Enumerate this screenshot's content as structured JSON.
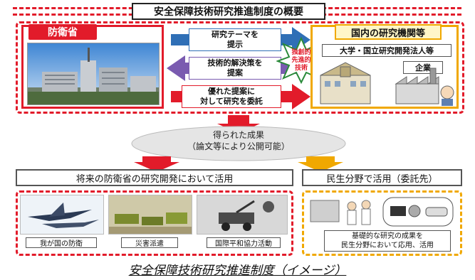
{
  "title": "安全保障技術研究推進制度の概要",
  "ministry": {
    "label": "防衛省"
  },
  "institutions": {
    "label": "国内の研究機関等",
    "univ": "大学・国立研究開発法人等",
    "corp": "企業"
  },
  "arrows": {
    "present_theme_l1": "研究テーマを",
    "present_theme_l2": "提示",
    "propose_solution_l1": "技術的解決策を",
    "propose_solution_l2": "提案",
    "commission_l1": "優れた提案に",
    "commission_l2": "対して研究を委託"
  },
  "star": {
    "l1": "独創的",
    "l2": "先進的",
    "l3": "技術"
  },
  "results": {
    "l1": "得られた成果",
    "l2": "（論文等により公開可能）"
  },
  "defense": {
    "header": "将来の防衛省の研究開発において活用",
    "tiles": [
      "我が国の防衛",
      "災害派遣",
      "国際平和協力活動"
    ]
  },
  "civil": {
    "header": "民生分野で活用（委託先）",
    "caption_l1": "基礎的な研究の成果を",
    "caption_l2": "民生分野において応用、活用"
  },
  "footer": "安全保障技術研究推進制度（イメージ）",
  "colors": {
    "red": "#e21b2a",
    "orange": "#f0a800",
    "blue": "#2f6fb6",
    "purple": "#7a5bb0"
  }
}
